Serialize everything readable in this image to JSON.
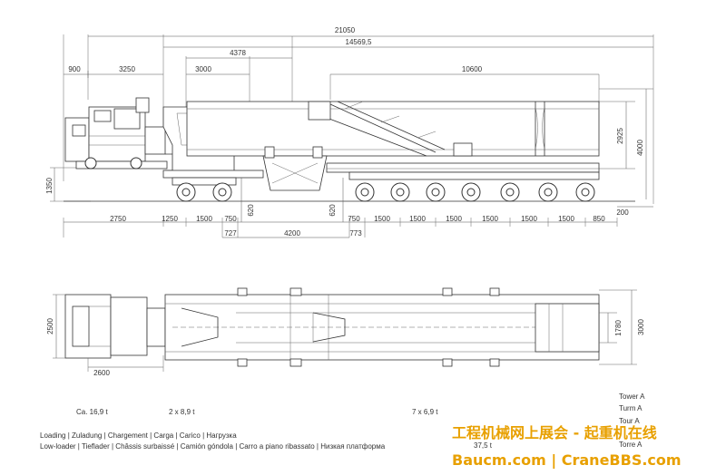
{
  "dims": {
    "overall_length": "21050",
    "d_14569": "14569,5",
    "d_4378": "4378",
    "d_900": "900",
    "d_3250": "3250",
    "d_3000": "3000",
    "d_10600": "10600",
    "d_2925": "2925",
    "d_4000": "4000",
    "d_1350": "1350",
    "d_200": "200",
    "d_620a": "620",
    "d_620b": "620",
    "d_2750": "2750",
    "d_1250": "1250",
    "d_1500_a": "1500",
    "d_750_a": "750",
    "d_727": "727",
    "d_4200": "4200",
    "d_773": "773",
    "d_750_b": "750",
    "d_1500_b": "1500",
    "d_1500_c": "1500",
    "d_1500_d": "1500",
    "d_1500_e": "1500",
    "d_1500_f": "1500",
    "d_1500_g": "1500",
    "d_850": "850",
    "d_2500": "2500",
    "d_2600": "2600",
    "d_1780": "1780",
    "d_3000_w": "3000"
  },
  "weights": {
    "tractor": "Ca. 16,9 t",
    "front_axles": "2 x 8,9 t",
    "rear_axles": "7 x 6,9 t",
    "total": "37,5 t"
  },
  "towers": [
    "Tower A",
    "Turm A",
    "Tour A",
    "Torre A"
  ],
  "captions": {
    "line1": "Loading | Zuladung | Chargement | Carga | Carico | Нагрузка",
    "line2": "Low-loader | Tieflader | Châssis surbaissé | Camión góndola | Carro a piano ribassato | Низкая платформа"
  },
  "watermark": {
    "line1": "工程机械网上展会 - 起重机在线",
    "line2": "Baucm.com | CraneBBS.com"
  }
}
